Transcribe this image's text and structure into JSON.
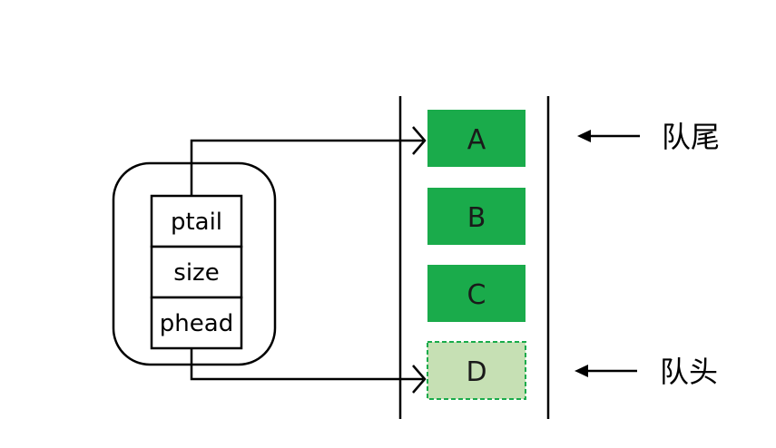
{
  "struct": {
    "fields": [
      {
        "label": "ptail"
      },
      {
        "label": "size"
      },
      {
        "label": "phead"
      }
    ]
  },
  "queue": {
    "nodes": [
      {
        "label": "A",
        "style": "solid"
      },
      {
        "label": "B",
        "style": "solid"
      },
      {
        "label": "C",
        "style": "solid"
      },
      {
        "label": "D",
        "style": "dashed"
      }
    ]
  },
  "labels": {
    "tail": "队尾",
    "head": "队头"
  },
  "colors": {
    "node_fill": "#1aab4b",
    "node_fill_light": "#c6e0b4",
    "node_border_dashed": "#1aab4b",
    "line": "#000000"
  }
}
